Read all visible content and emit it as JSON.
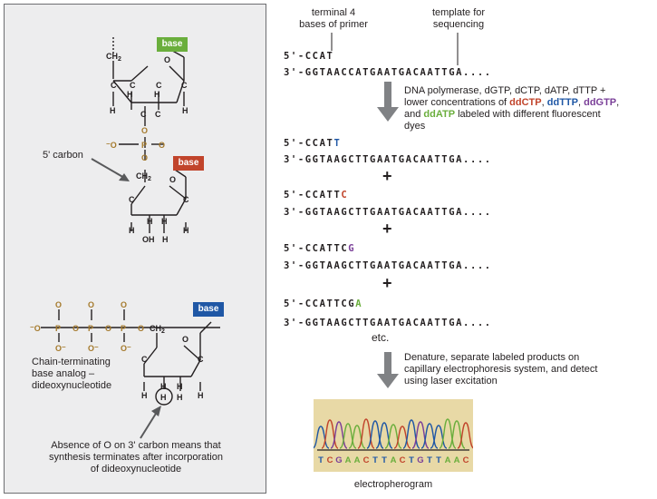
{
  "left": {
    "base_label": "base",
    "five_prime_carbon": "5' carbon",
    "chain_terminating_label": [
      "Chain-terminating",
      "base analog –",
      "dideoxynucleotide"
    ],
    "absence_note": [
      "Absence of O on 3' carbon means that",
      "synthesis terminates after incorporation",
      "of dideoxynucleotide"
    ],
    "colors": {
      "base_top": "#6aae3c",
      "base_mid": "#c1442b",
      "base_bottom": "#1f57a5",
      "phosphate": "#a57a2c"
    }
  },
  "right": {
    "primer_label": [
      "terminal 4",
      "bases of primer"
    ],
    "template_label": [
      "template for",
      "sequencing"
    ],
    "primer_seq": "5'-CCAT",
    "template_seq": "3'-GGTAACCATGAATGACAATTGA....",
    "template_seq2": "3'-GGTAAGCTTGAATGACAATTGA....",
    "step1": {
      "line1": "DNA polymerase, dGTP, dCTP, dATP, dTTP +",
      "line2_prefix": "lower concentrations of ",
      "ddCTP": "ddCTP",
      "ddTTP": "ddTTP",
      "ddGTP": "ddGTP",
      "ddATP": "ddATP",
      "sep": ", ",
      "line3_prefix": "and ",
      "line3_suffix": " labeled with different fluorescent",
      "line4": "dyes"
    },
    "products": [
      {
        "prefix": "5'-CCAT",
        "ext": "T",
        "color": "blue"
      },
      {
        "prefix": "5'-CCATT",
        "ext": "C",
        "color": "red"
      },
      {
        "prefix": "5'-CCATTC",
        "ext": "G",
        "color": "purple"
      },
      {
        "prefix": "5'-CCATTCG",
        "ext": "A",
        "color": "green"
      }
    ],
    "plus": "+",
    "etc": "etc.",
    "step2": [
      "Denature, separate labeled products on",
      "capillary electrophoresis system, and detect",
      "using laser excitation"
    ],
    "electropherogram_sequence": "TCGAACTTACTGTTAAC",
    "electropherogram_label": "electropherogram",
    "colors": {
      "T": "#1f57a5",
      "C": "#c1442b",
      "G": "#7a3f98",
      "A": "#6aae3c",
      "arrow": "#808285",
      "trace_bg": "#e8d9a6"
    }
  }
}
